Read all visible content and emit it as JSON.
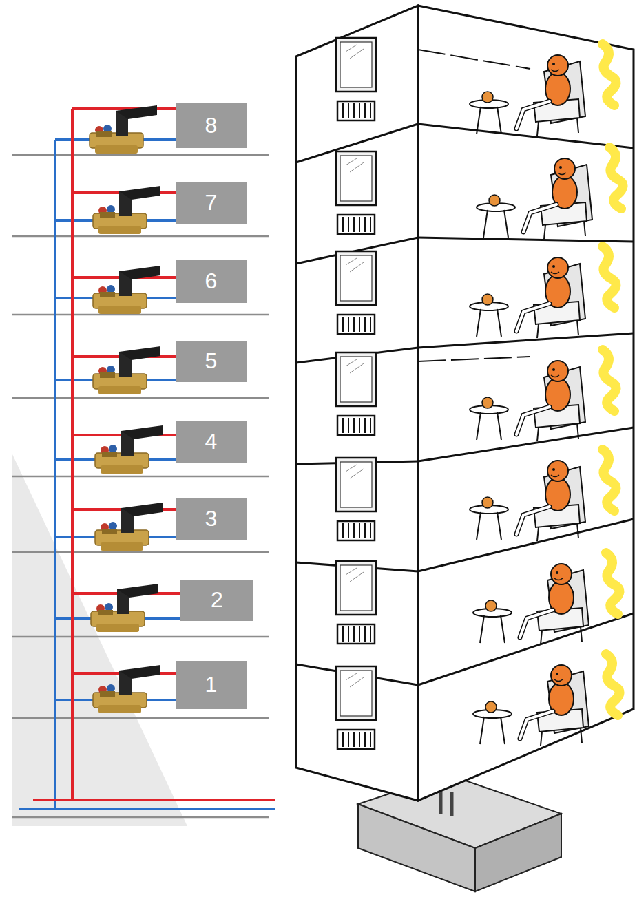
{
  "diagram": {
    "nodes": [
      {
        "text": [
          "8"
        ]
      },
      {
        "text": [
          "7"
        ]
      },
      {
        "text": [
          "6"
        ]
      },
      {
        "text": [
          "5"
        ]
      },
      {
        "text": [
          "4"
        ]
      },
      {
        "text": [
          "3"
        ]
      },
      {
        "text": [
          "2"
        ]
      },
      {
        "text": [
          "1"
        ]
      }
    ]
  }
}
